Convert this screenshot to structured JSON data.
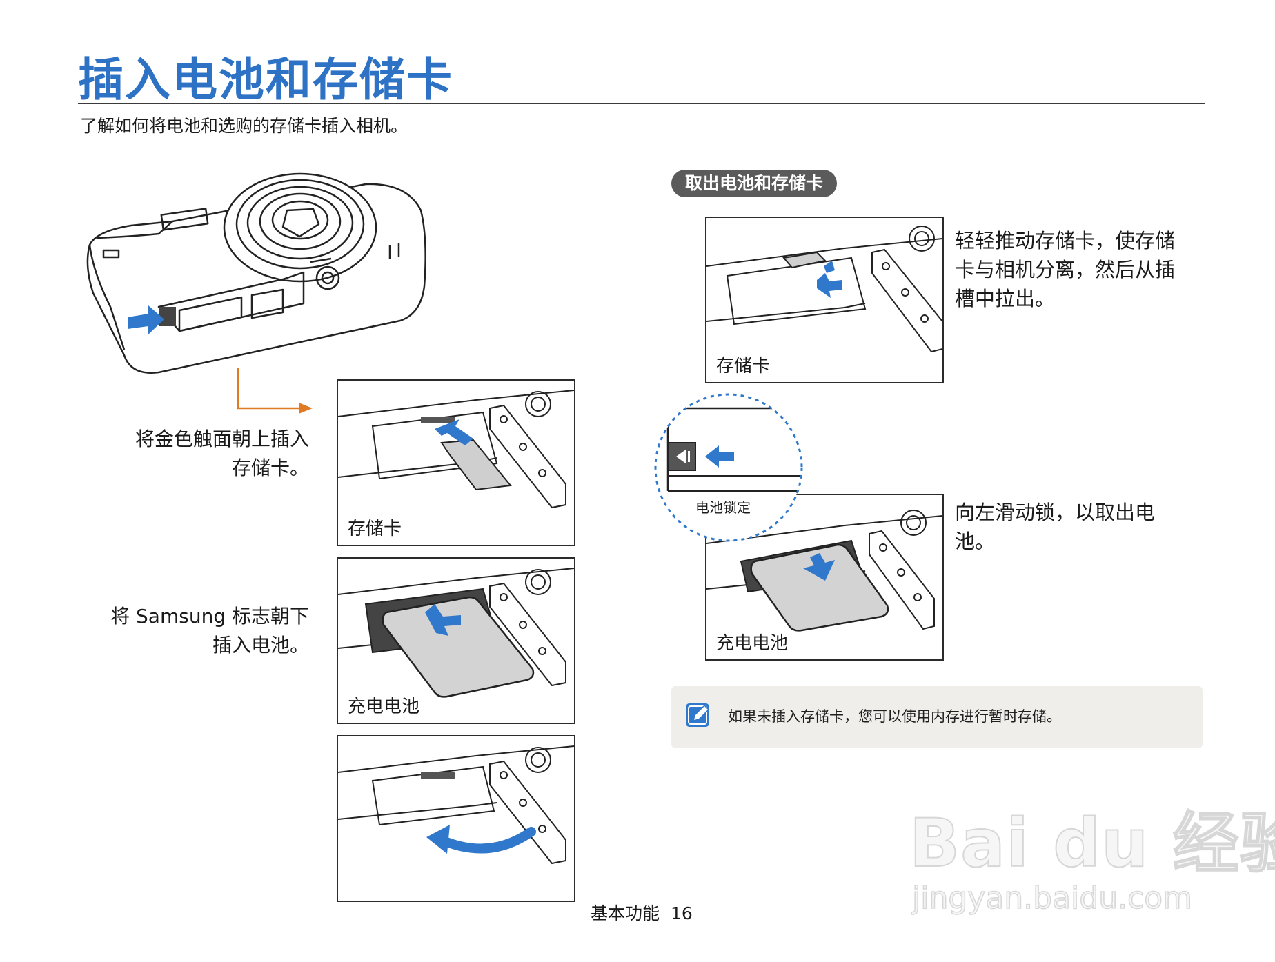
{
  "page": {
    "title": "插入电池和存储卡",
    "subtitle": "了解如何将电池和选购的存储卡插入相机。"
  },
  "insert": {
    "memory_card_instruction": "将金色触面朝上插入\n存储卡。",
    "battery_instruction": "将 Samsung 标志朝下\n插入电池。",
    "panel_memory_caption": "存储卡",
    "panel_battery_caption": "充电电池"
  },
  "remove": {
    "section_label": "取出电池和存储卡",
    "memory_card_instruction": "轻轻推动存储卡，使存储\n卡与相机分离，然后从插\n槽中拉出。",
    "panel_memory_caption": "存储卡",
    "battery_lock_label": "电池锁定",
    "battery_instruction": "向左滑动锁，以取出电\n池。",
    "panel_battery_caption": "充电电池"
  },
  "note": {
    "text": "如果未插入存储卡，您可以使用内存进行暂时存储。",
    "icon": "note-pencil-icon"
  },
  "footer": {
    "section": "基本功能",
    "page_number": "16"
  },
  "watermark": {
    "brand": "Bai du 经验",
    "url": "jingyan.baidu.com"
  },
  "colors": {
    "title_blue": "#2d72c4",
    "arrow_blue": "#2f78cc",
    "callout_orange": "#e07b25",
    "note_background": "#f0eeeb",
    "pill_background": "#5b5b5b"
  }
}
